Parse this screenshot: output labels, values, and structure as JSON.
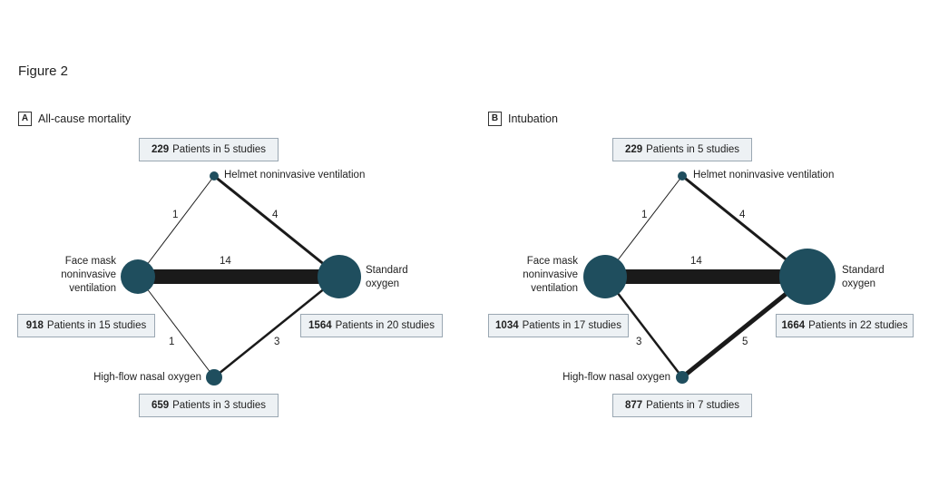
{
  "figure_title": "Figure 2",
  "colors": {
    "node": "#1f4e5e",
    "edge": "#1a1a1a",
    "box_bg": "#edf1f4",
    "box_border": "#9aa7b2"
  },
  "panels": [
    {
      "letter": "A",
      "title": "All-cause mortality",
      "nodes": {
        "helmet": {
          "label": "Helmet noninvasive ventilation",
          "patients": "229",
          "studies_text": "Patients in 5 studies"
        },
        "facemask": {
          "label_lines": [
            "Face mask",
            "noninvasive",
            "ventilation"
          ],
          "patients": "918",
          "studies_text": "Patients in 15 studies"
        },
        "standard": {
          "label_lines": [
            "Standard",
            "oxygen"
          ],
          "patients": "1564",
          "studies_text": "Patients in 20 studies"
        },
        "highflow": {
          "label": "High-flow nasal oxygen",
          "patients": "659",
          "studies_text": "Patients in 3 studies"
        }
      },
      "edges": {
        "helmet_facemask": "1",
        "helmet_standard": "4",
        "facemask_standard": "14",
        "facemask_highflow": "1",
        "highflow_standard": "3"
      }
    },
    {
      "letter": "B",
      "title": "Intubation",
      "nodes": {
        "helmet": {
          "label": "Helmet noninvasive ventilation",
          "patients": "229",
          "studies_text": "Patients in 5 studies"
        },
        "facemask": {
          "label_lines": [
            "Face mask",
            "noninvasive",
            "ventilation"
          ],
          "patients": "1034",
          "studies_text": "Patients in 17 studies"
        },
        "standard": {
          "label_lines": [
            "Standard",
            "oxygen"
          ],
          "patients": "1664",
          "studies_text": "Patients in 22 studies"
        },
        "highflow": {
          "label": "High-flow nasal oxygen",
          "patients": "877",
          "studies_text": "Patients in 7 studies"
        }
      },
      "edges": {
        "helmet_facemask": "1",
        "helmet_standard": "4",
        "facemask_standard": "14",
        "facemask_highflow": "3",
        "highflow_standard": "5"
      }
    }
  ]
}
